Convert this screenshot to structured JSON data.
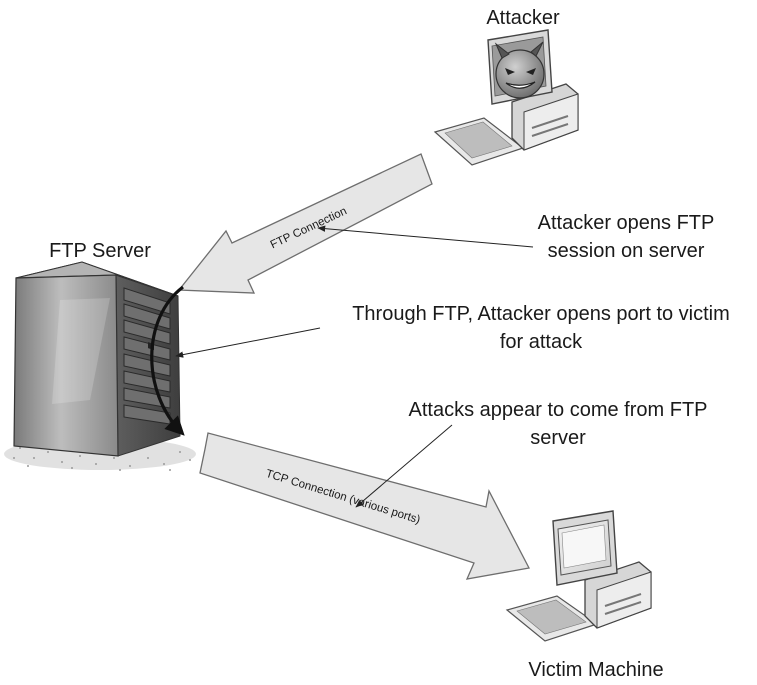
{
  "nodes": {
    "attacker": {
      "label": "Attacker",
      "icon": "evil-face-computer-icon"
    },
    "ftp_server": {
      "label": "FTP Server",
      "icon": "server-tower-icon"
    },
    "victim": {
      "label": "Victim Machine",
      "icon": "desktop-computer-icon"
    }
  },
  "connections": {
    "ftp": {
      "label": "FTP Connection"
    },
    "tcp": {
      "label": "TCP Connection (various ports)"
    }
  },
  "annotations": {
    "a1": {
      "lines": [
        "Attacker opens FTP",
        "session on server"
      ]
    },
    "a2": {
      "lines": [
        "Through FTP, Attacker opens port to victim",
        "for attack"
      ]
    },
    "a3": {
      "lines": [
        "Attacks appear to come from FTP",
        "server"
      ]
    }
  },
  "colors": {
    "arrow_fill": "#e6e6e6",
    "arrow_stroke": "#6e6e6e",
    "server_body": "#8e8e8e",
    "devil_face": "#8a8a8a"
  }
}
